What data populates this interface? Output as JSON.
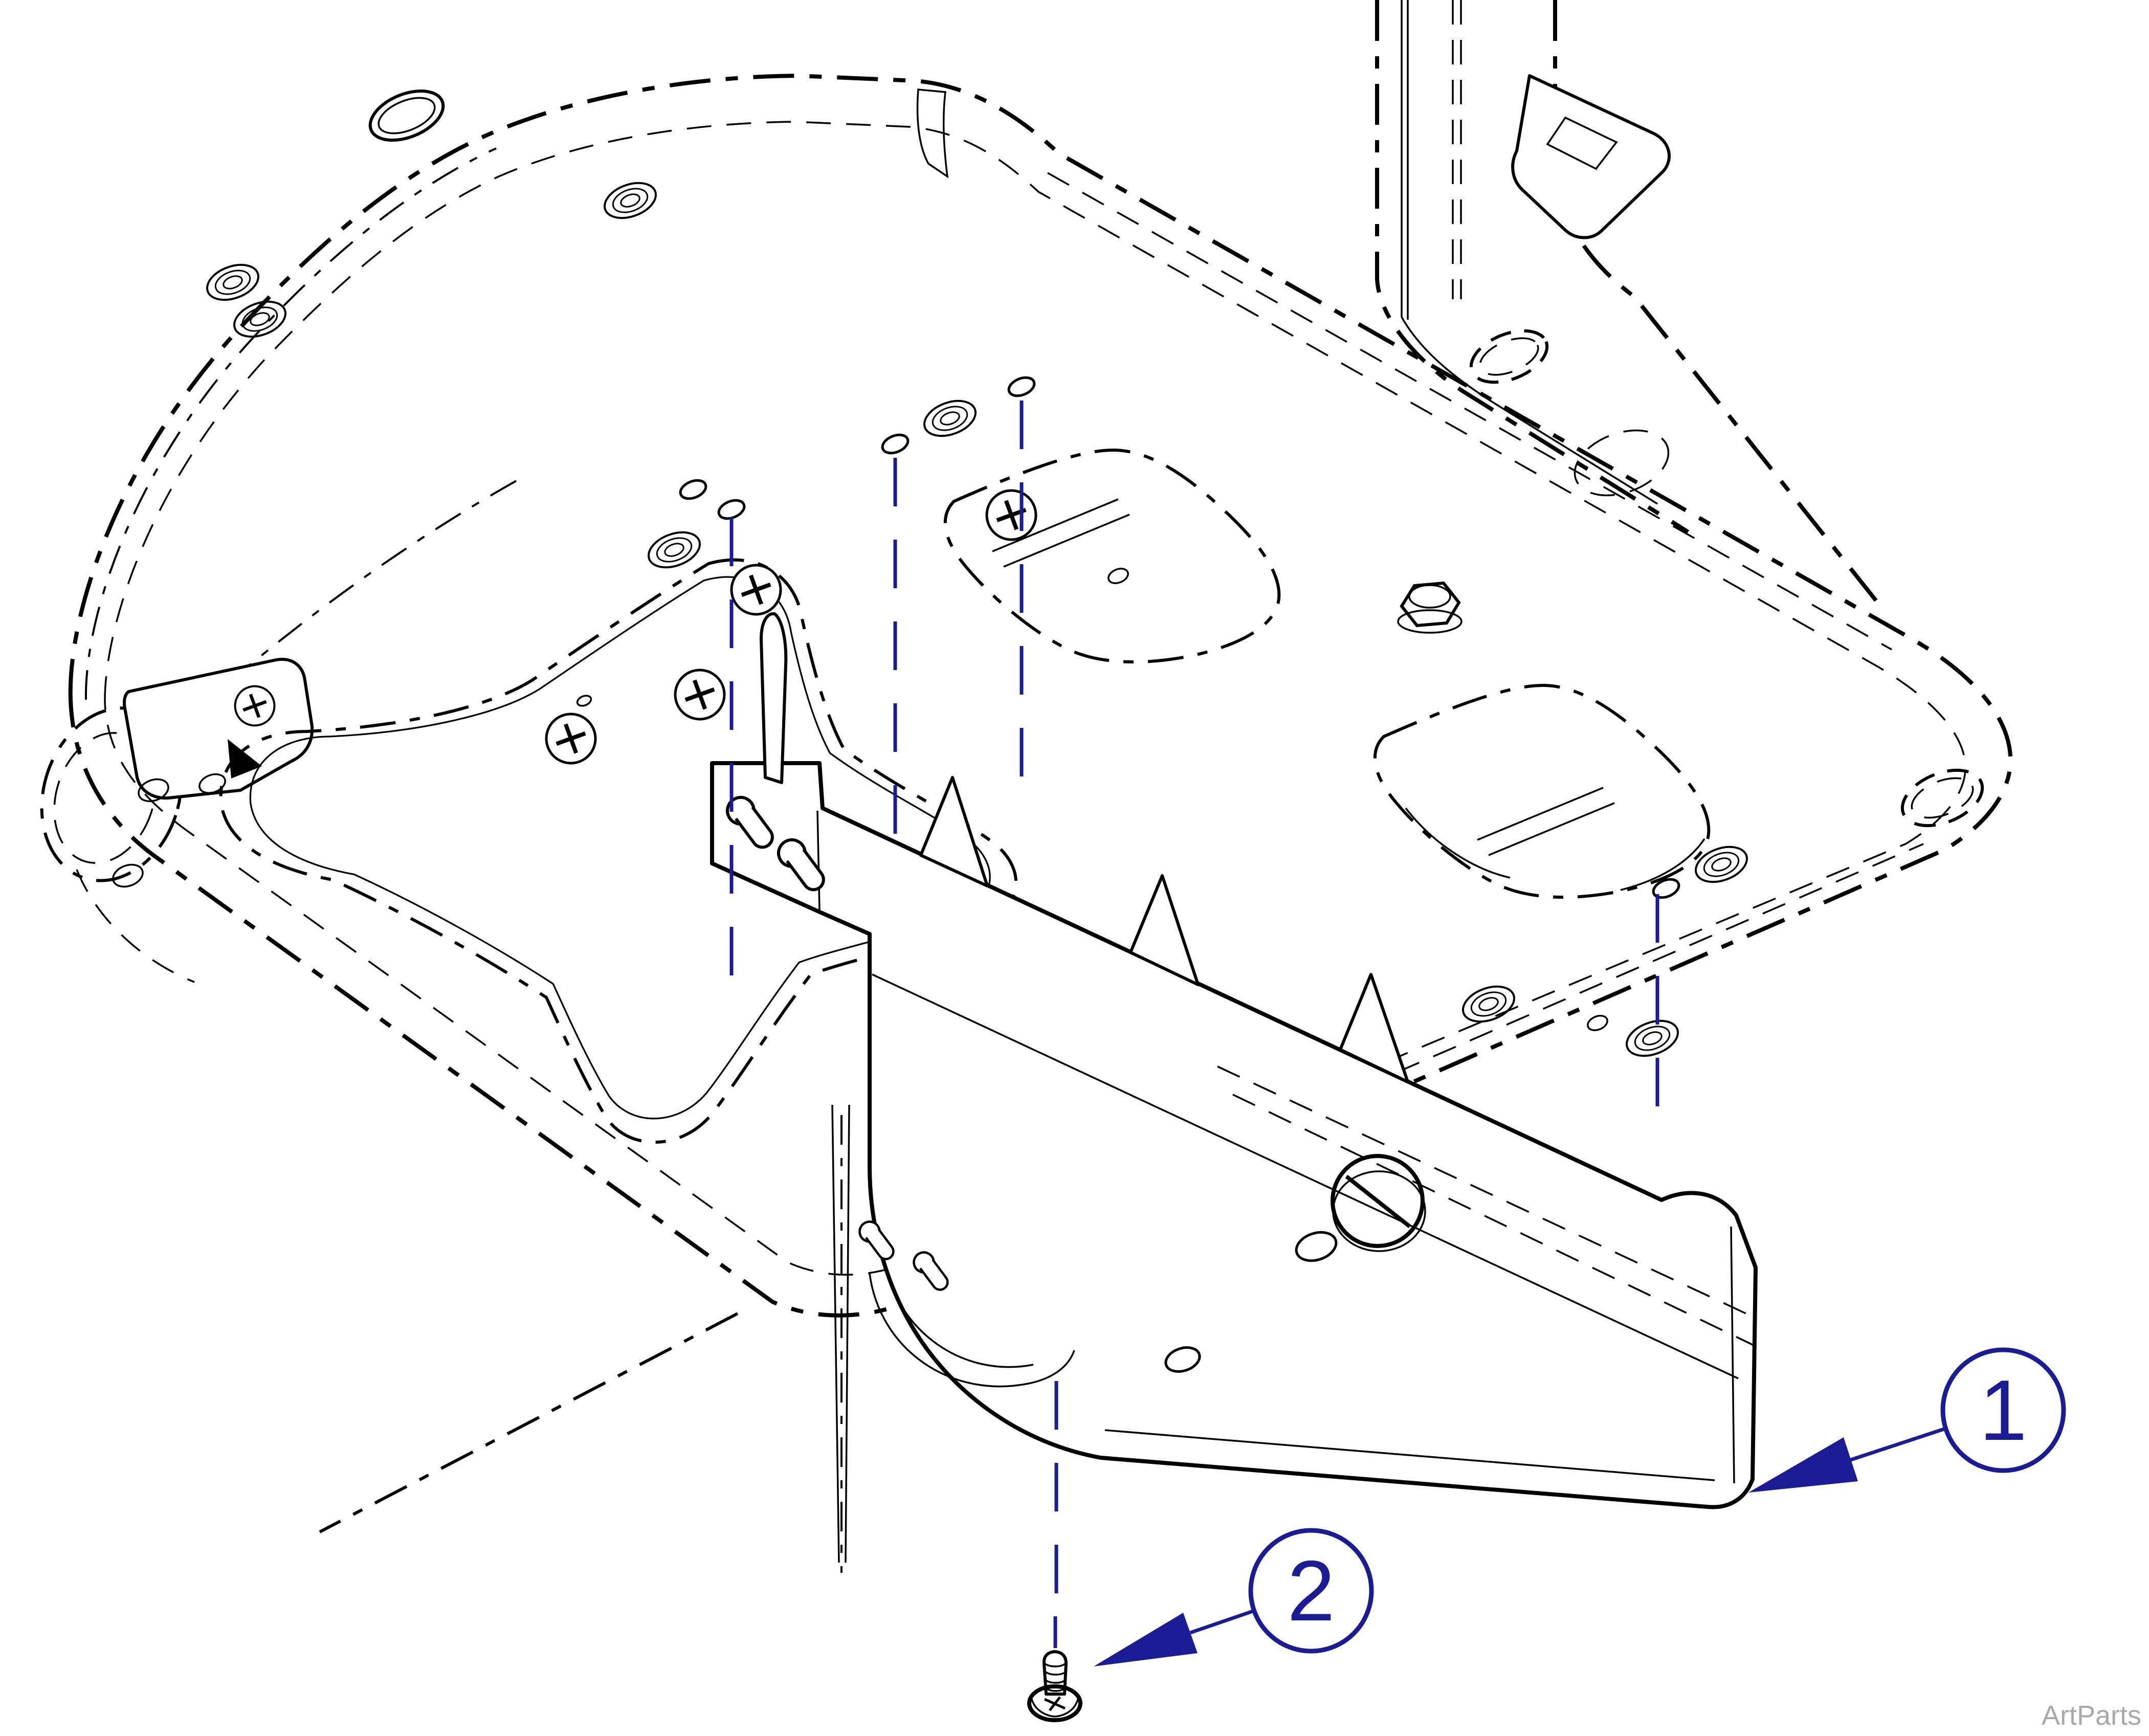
{
  "diagram": {
    "watermark": "ArtParts",
    "callouts": [
      {
        "label": "1"
      },
      {
        "label": "2"
      }
    ],
    "colors": {
      "line": "#000000",
      "callout": "#1b1b96",
      "watermark": "#a9a9a9",
      "background": "#ffffff"
    }
  }
}
